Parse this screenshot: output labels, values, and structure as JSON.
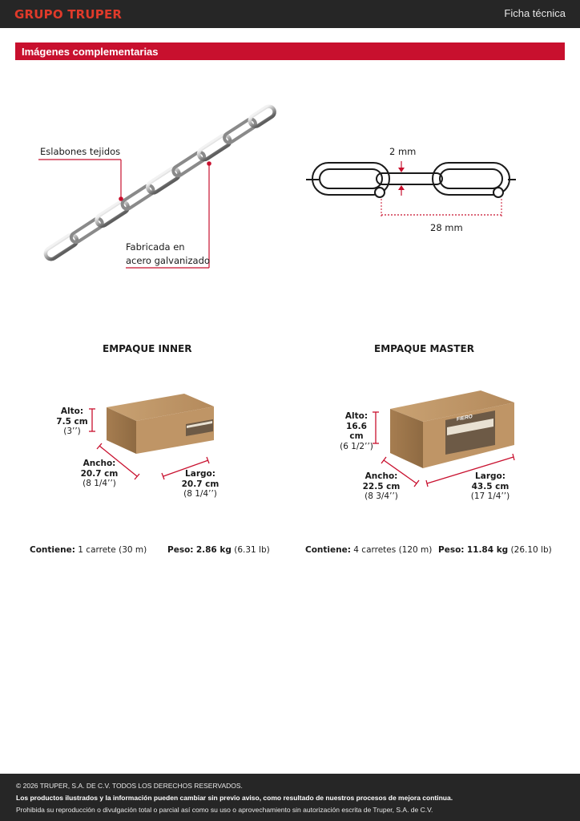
{
  "header": {
    "brand": "GRUPO TRUPER",
    "doc_type": "Ficha técnica"
  },
  "section": {
    "title": "Imágenes complementarias"
  },
  "chain": {
    "label_links": "Eslabones tejidos",
    "label_material_1": "Fabricada en",
    "label_material_2": "acero galvanizado",
    "dim_thickness": "2 mm",
    "dim_length": "28 mm"
  },
  "inner": {
    "title": "EMPAQUE INNER",
    "alto": {
      "label": "Alto:",
      "value": "7.5 cm",
      "imperial": "(3’’)"
    },
    "ancho": {
      "label": "Ancho:",
      "value": "20.7 cm",
      "imperial": "(8 1/4’’)"
    },
    "largo": {
      "label": "Largo:",
      "value": "20.7 cm",
      "imperial": "(8 1/4’’)"
    },
    "contiene_label": "Contiene:",
    "contiene_value": "1 carrete (30 m)",
    "peso_label": "Peso:",
    "peso_value": "2.86 kg",
    "peso_imperial": "(6.31 lb)"
  },
  "master": {
    "title": "EMPAQUE MASTER",
    "box_brand": "FIERO",
    "alto": {
      "label": "Alto:",
      "value": "16.6 cm",
      "imperial": "(6 1/2’’)"
    },
    "ancho": {
      "label": "Ancho:",
      "value": "22.5 cm",
      "imperial": "(8 3/4’’)"
    },
    "largo": {
      "label": "Largo:",
      "value": "43.5 cm",
      "imperial": "(17 1/4’’)"
    },
    "contiene_label": "Contiene:",
    "contiene_value": "4 carretes (120 m)",
    "peso_label": "Peso:",
    "peso_value": "11.84 kg",
    "peso_imperial": "(26.10 lb)"
  },
  "colors": {
    "accent": "#c8102e",
    "brand": "#e03a2a",
    "dark": "#262626",
    "cardboard": "#b48a5c"
  },
  "footer": {
    "line1": "© 2026 TRUPER, S.A. DE C.V. TODOS LOS DERECHOS RESERVADOS.",
    "line2": "Los productos ilustrados y la información pueden cambiar sin previo aviso, como resultado de nuestros procesos de mejora continua.",
    "line3": "Prohibida su reproducción o divulgación total o parcial así como su uso o aprovechamiento sin autorización escrita de Truper, S.A. de C.V."
  }
}
